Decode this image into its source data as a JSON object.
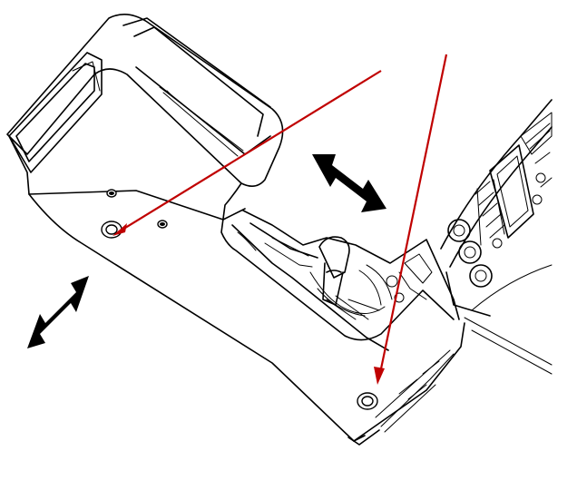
{
  "diagram": {
    "subject": "center-console-removal",
    "colors": {
      "outline": "#000000",
      "callout": "#c00000",
      "motion_arrow": "#000000",
      "background": "#ffffff"
    },
    "icons": [
      "double-headed-arrow",
      "callout-arrow",
      "fastener"
    ],
    "motion_arrows": [
      {
        "id": "rear-slide-arrow"
      },
      {
        "id": "front-slide-arrow"
      }
    ],
    "callouts": [
      {
        "id": "rear-fastener-callout"
      },
      {
        "id": "front-fastener-callout"
      }
    ],
    "fasteners": [
      {
        "id": "rear-fastener"
      },
      {
        "id": "front-fastener"
      }
    ]
  }
}
